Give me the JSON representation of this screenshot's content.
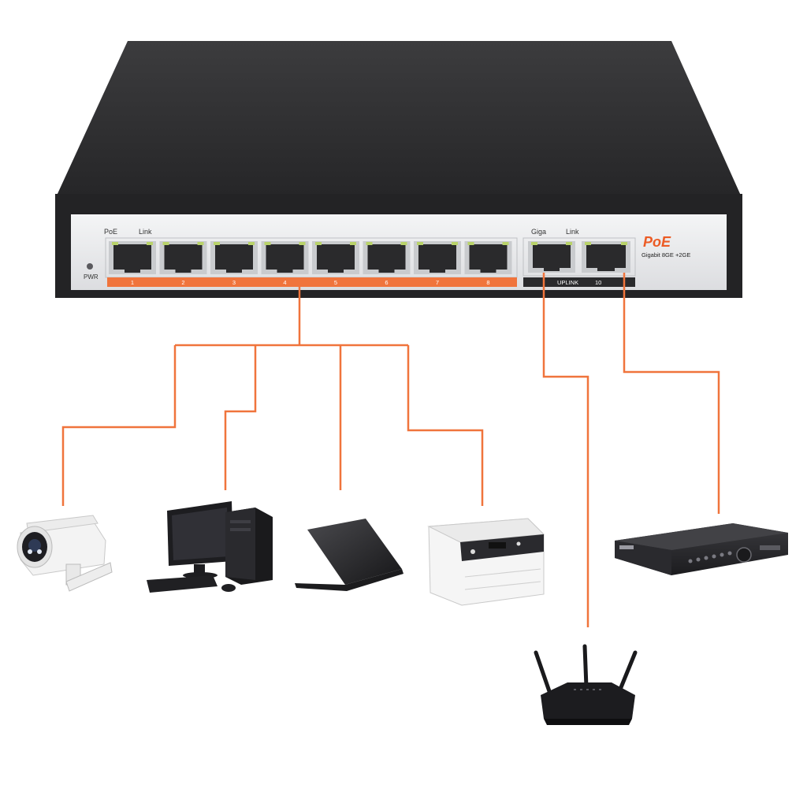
{
  "switch": {
    "labels": {
      "poe_led": "PoE",
      "link_led": "Link",
      "pwr": "PWR",
      "giga": "Giga",
      "link_uplink": "Link",
      "uplink": "UPLINK",
      "port10": "10"
    },
    "ports": [
      "1",
      "2",
      "3",
      "4",
      "5",
      "6",
      "7",
      "8"
    ],
    "brand": {
      "title": "PoE",
      "subtitle": "Gigabit 8GE +2GE"
    }
  },
  "colors": {
    "connector": "#f0743c",
    "chassis": "#2b2b2d",
    "panel": "#e9eaec",
    "brand": "#ec5b24"
  },
  "devices": [
    {
      "icon": "ip-camera-icon"
    },
    {
      "icon": "desktop-computer-icon"
    },
    {
      "icon": "laptop-icon"
    },
    {
      "icon": "printer-icon"
    },
    {
      "icon": "wifi-router-icon"
    },
    {
      "icon": "nvr-recorder-icon"
    }
  ]
}
